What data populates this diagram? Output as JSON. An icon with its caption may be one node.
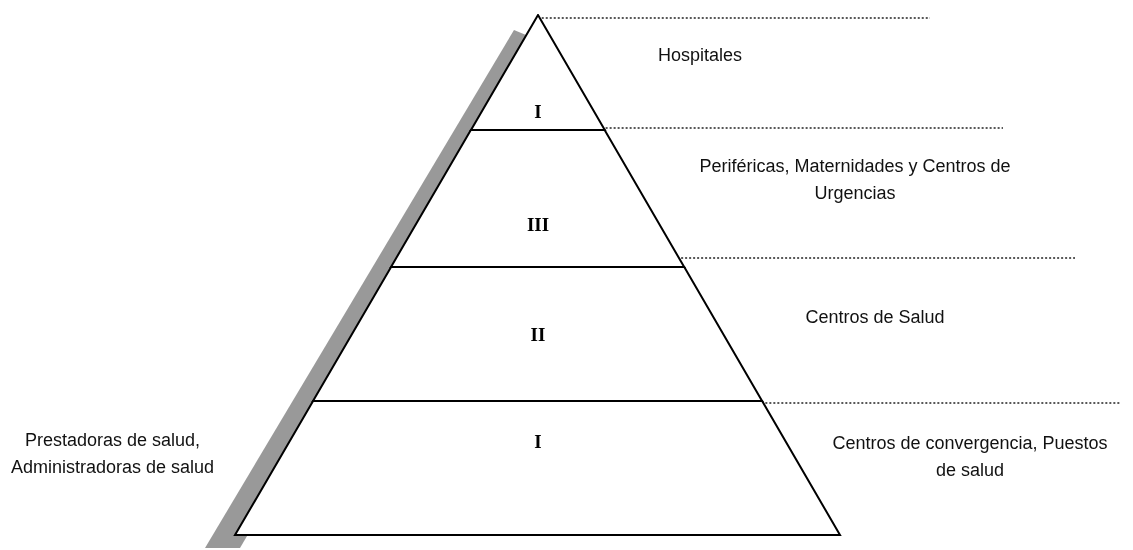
{
  "diagram": {
    "nodes": [
      {
        "text": [
          "I"
        ]
      },
      {
        "text": [
          "III"
        ]
      },
      {
        "text": [
          "II"
        ]
      },
      {
        "text": [
          "I"
        ]
      }
    ],
    "edges": [],
    "labels": [
      "Hospitales",
      "Periféricas, Maternidades y Centros de Urgencias",
      "Centros de Salud",
      "Prestadoras de salud, Administradoras de salud",
      "Centros de convergencia, Puestos de salud"
    ]
  }
}
